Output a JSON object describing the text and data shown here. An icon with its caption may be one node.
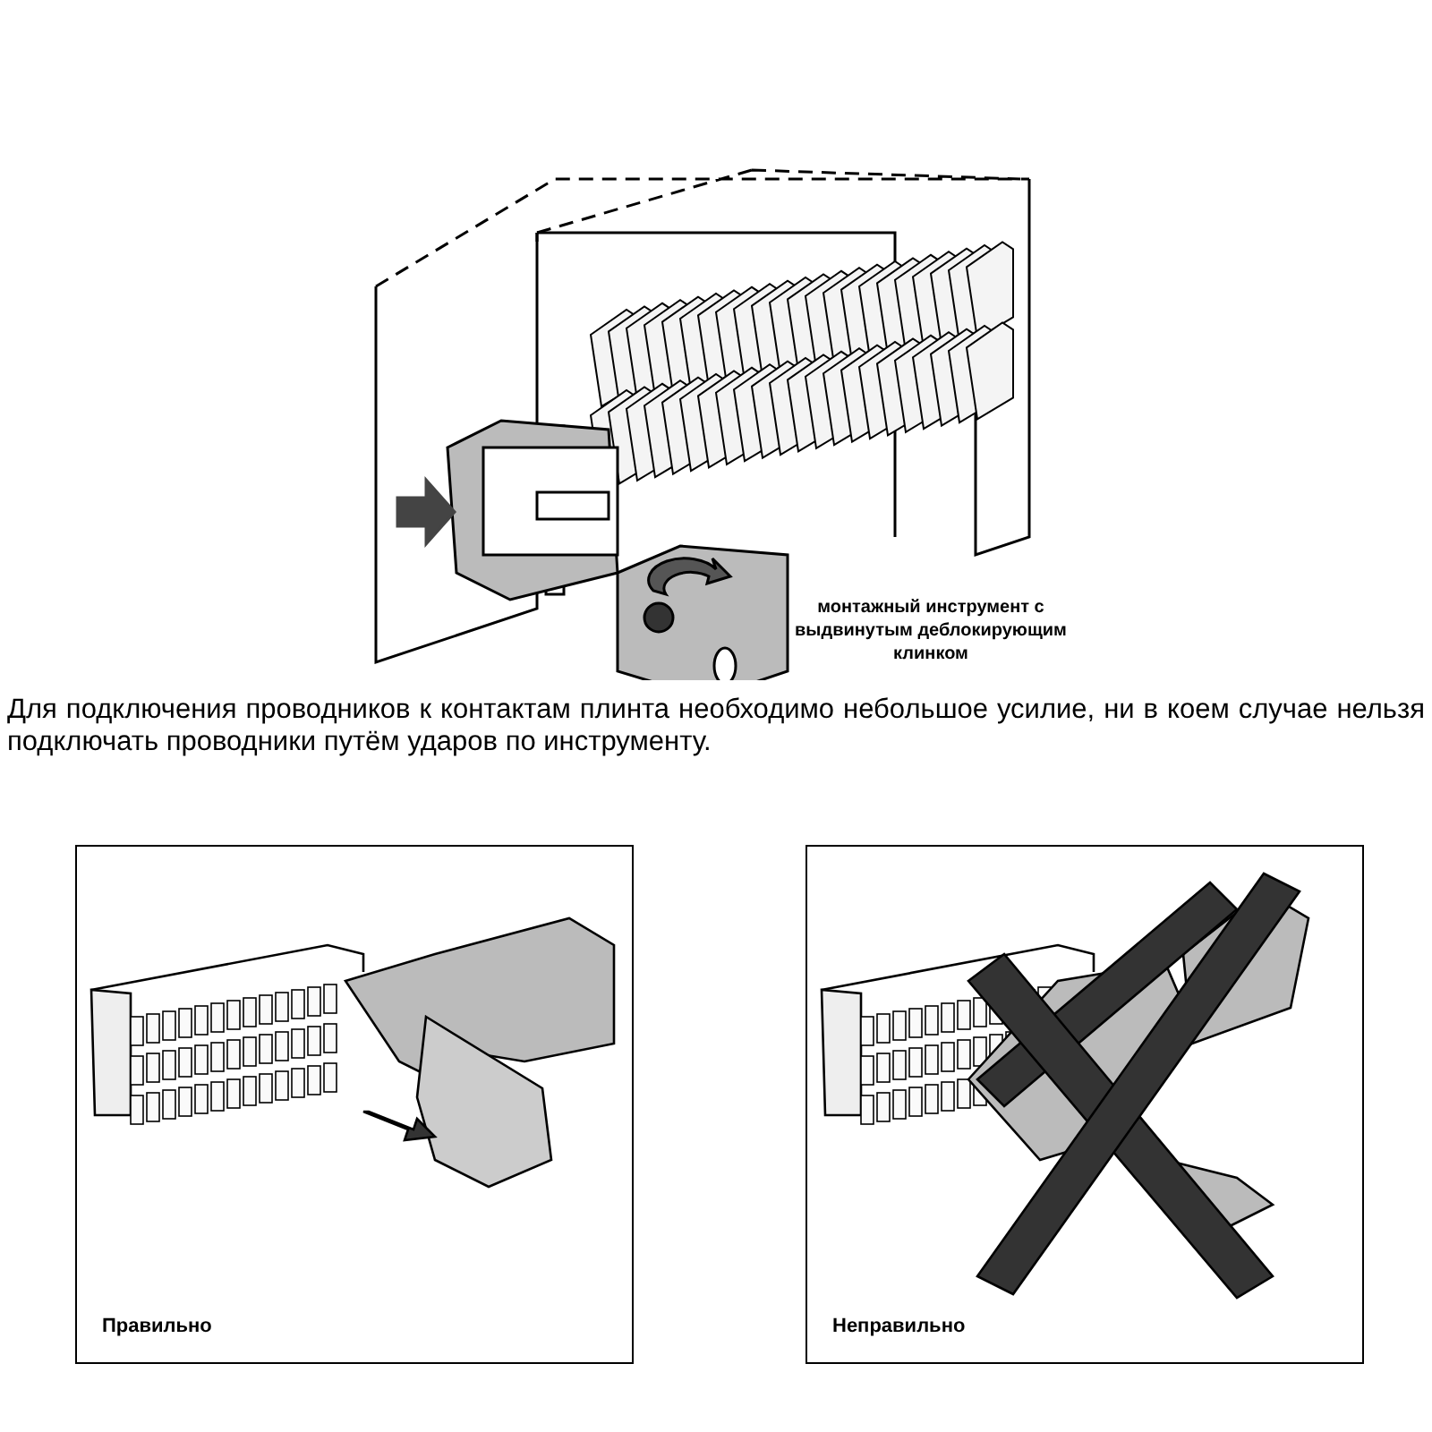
{
  "diagram": {
    "labels": [
      "монтажный инструмент с выдвинутым деблокирующим клинком",
      "Для подключения проводников к контактам плинта необходимо небольшое усилие, ни в коем случае нельзя подключать проводники путём ударов по инструменту.",
      "Правильно",
      "Неправильно"
    ]
  }
}
